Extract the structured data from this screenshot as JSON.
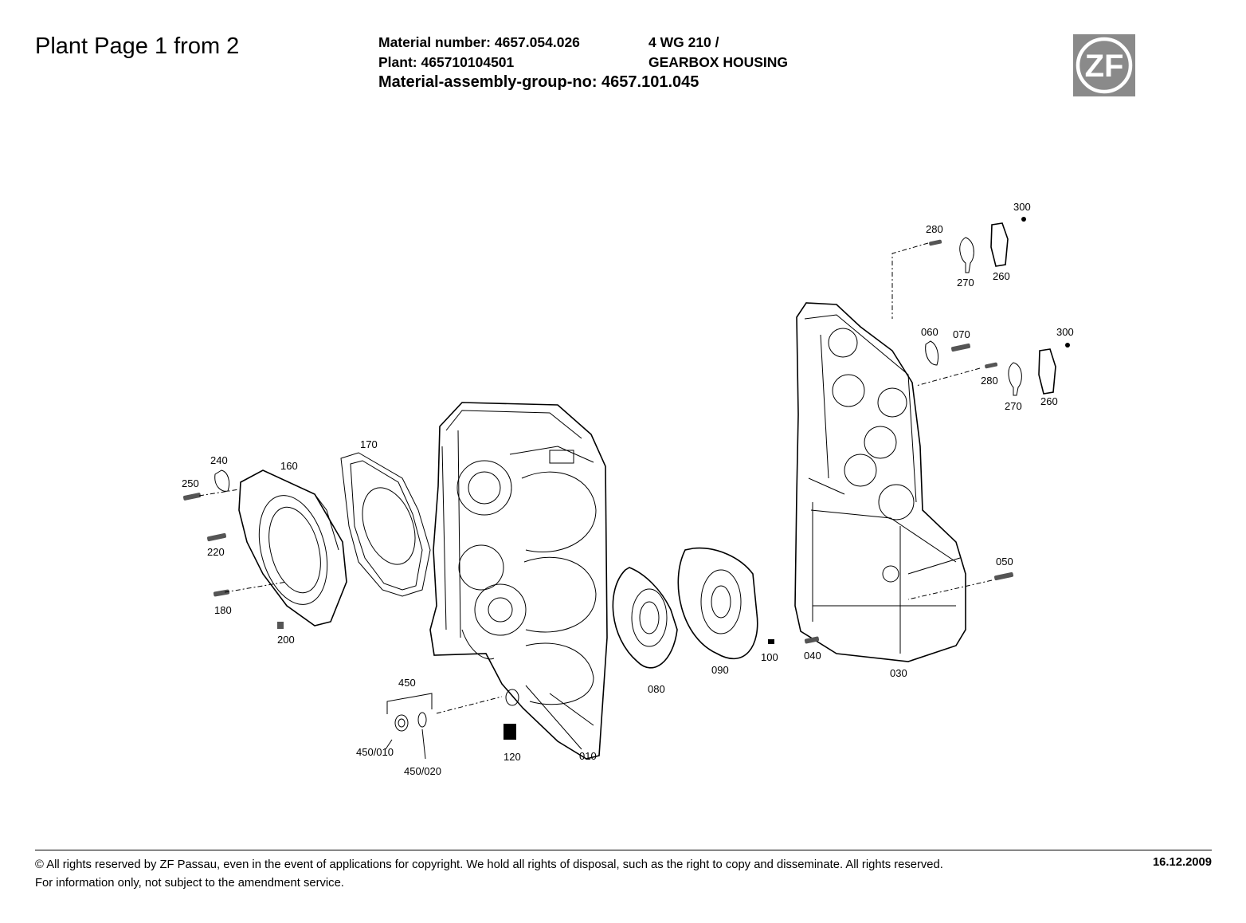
{
  "header": {
    "page_title": "Plant Page 1 from 2",
    "material_number": "Material number: 4657.054.026",
    "plant": "Plant: 465710104501",
    "assembly_group": "Material-assembly-group-no: 4657.101.045",
    "model": "4 WG 210 /",
    "description": "GEARBOX HOUSING"
  },
  "logo": {
    "text": "ZF",
    "color": "#8a8a8a"
  },
  "callouts": {
    "p300a": "300",
    "p280a": "280",
    "p270a": "270",
    "p260a": "260",
    "p060": "060",
    "p070": "070",
    "p300b": "300",
    "p280b": "280",
    "p270b": "270",
    "p260b": "260",
    "p170": "170",
    "p240": "240",
    "p160": "160",
    "p250": "250",
    "p220": "220",
    "p180": "180",
    "p200": "200",
    "p050": "050",
    "p090": "090",
    "p100": "100",
    "p040": "040",
    "p030": "030",
    "p080": "080",
    "p450": "450",
    "p450_010": "450/010",
    "p450_020": "450/020",
    "p120": "120",
    "p010": "010"
  },
  "footer": {
    "line1": "© All rights reserved by ZF Passau, even in the event of applications for copyright. We hold all rights of disposal, such as the right to copy and disseminate. All rights reserved.",
    "line2": "For information only, not subject to the amendment service.",
    "date": "16.12.2009"
  }
}
